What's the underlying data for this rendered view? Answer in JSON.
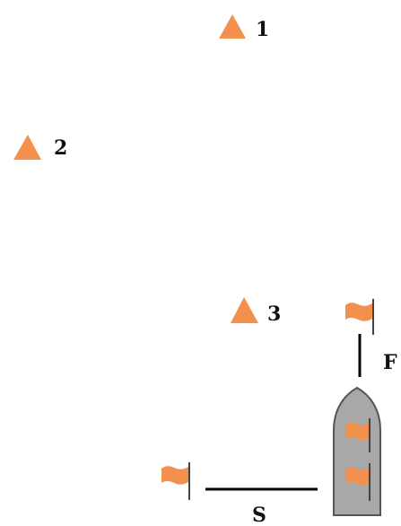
{
  "colors": {
    "mark": "#f2904d",
    "boat_fill": "#a8a8a8",
    "boat_stroke": "#555555",
    "line": "#000000",
    "pole": "#444444"
  },
  "marks": [
    {
      "label": "1",
      "icon": "triangle-mark-icon"
    },
    {
      "label": "2",
      "icon": "triangle-mark-icon"
    },
    {
      "label": "3",
      "icon": "triangle-mark-icon"
    }
  ],
  "line_labels": {
    "finish": "F",
    "start": "S"
  }
}
